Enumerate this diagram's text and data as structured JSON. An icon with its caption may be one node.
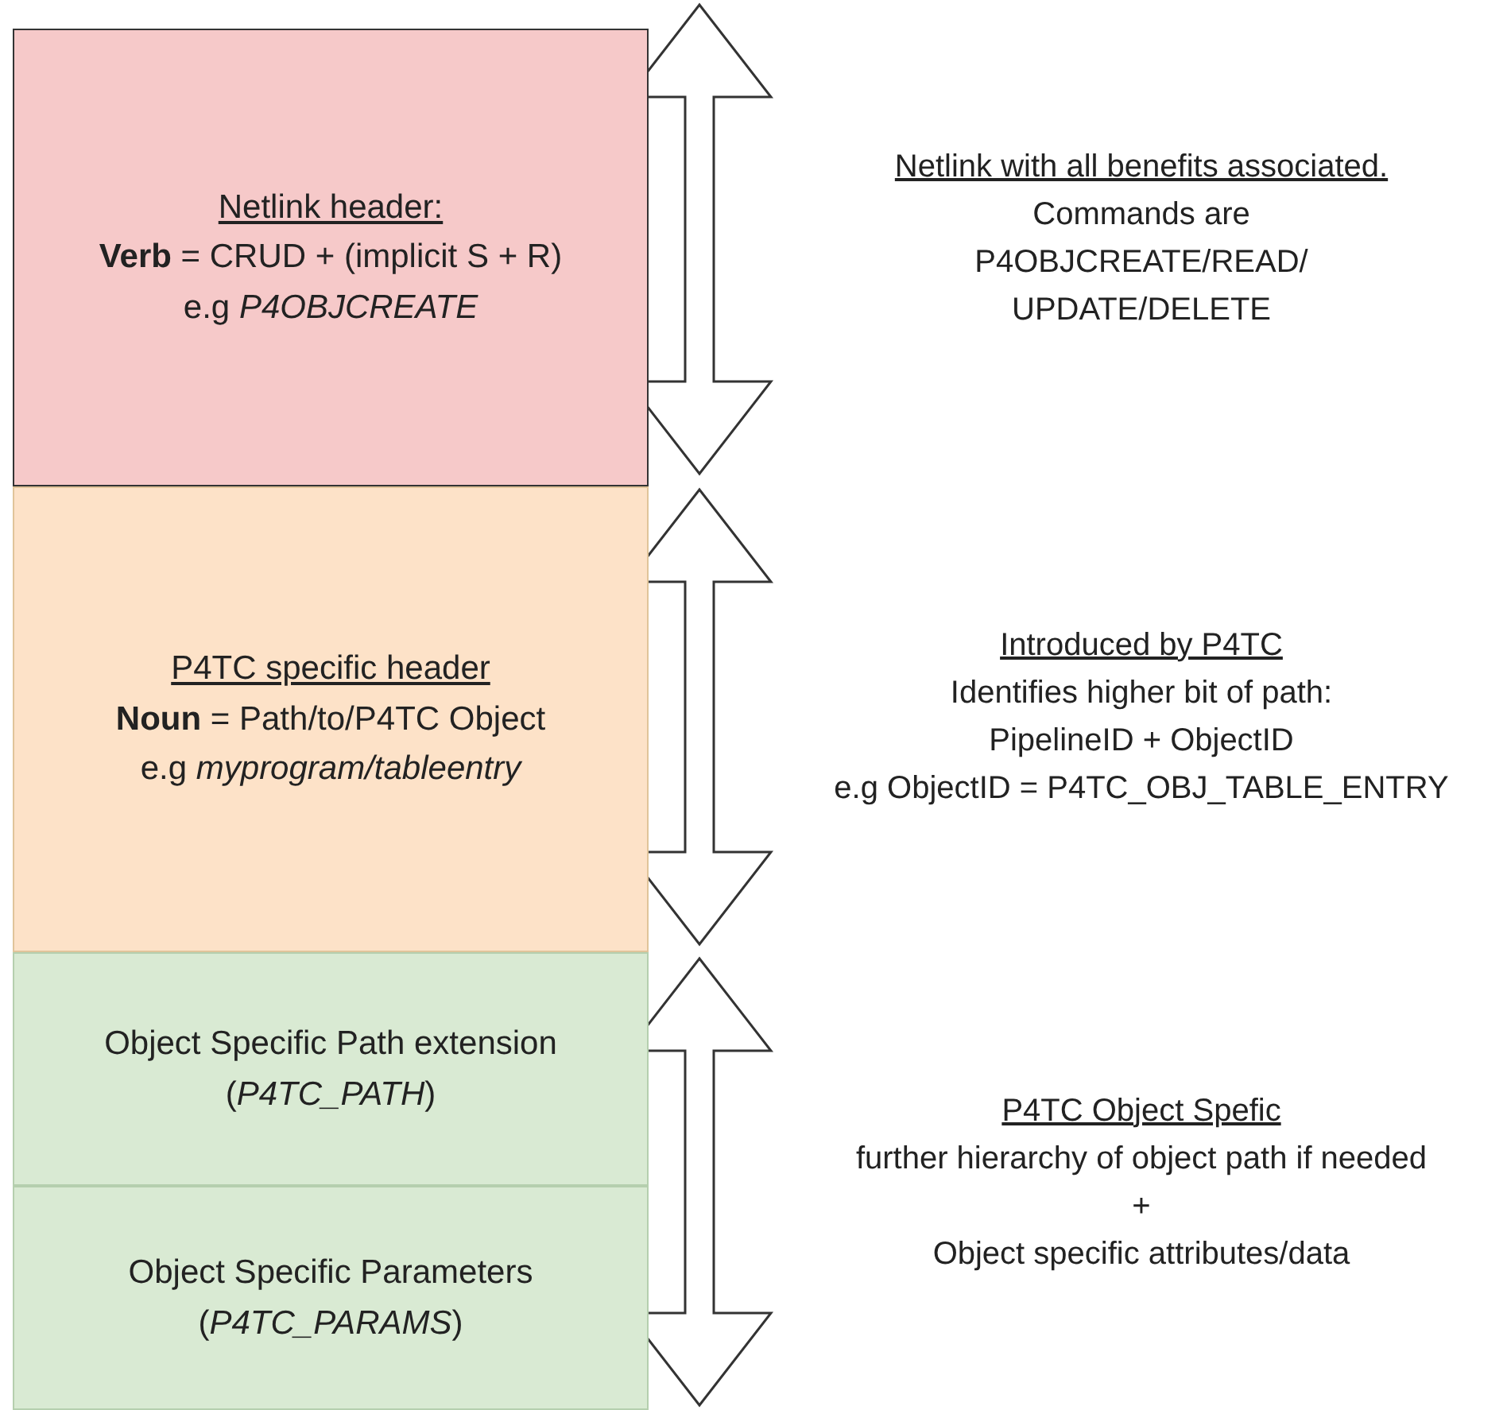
{
  "diagram": {
    "nodes": [
      {
        "text": [
          "Netlink header:",
          "**Verb** = CRUD + (implicit S + R)",
          "e.g *P4OBJCREATE*"
        ]
      },
      {
        "text": [
          "P4TC specific header",
          "**Noun** = Path/to/P4TC Object",
          "e.g *myprogram/tableentry*"
        ]
      },
      {
        "text": [
          "Object Specific Path extension",
          "(*P4TC_PATH*)"
        ]
      },
      {
        "text": [
          "Object Specific Parameters",
          "(*P4TC_PARAMS*)"
        ]
      }
    ],
    "labels": [
      "Netlink with all benefits associated.",
      "Commands are P4OBJCREATE/READ/ UPDATE/DELETE",
      "Introduced by P4TC",
      "Identifies higher bit of path:",
      "PipelineID + ObjectID",
      "e.g ObjectID = P4TC_OBJ_TABLE_ENTRY",
      "P4TC Object Spefic",
      "further hierarchy of object path if needed",
      "+",
      "Object specific attributes/data"
    ]
  }
}
